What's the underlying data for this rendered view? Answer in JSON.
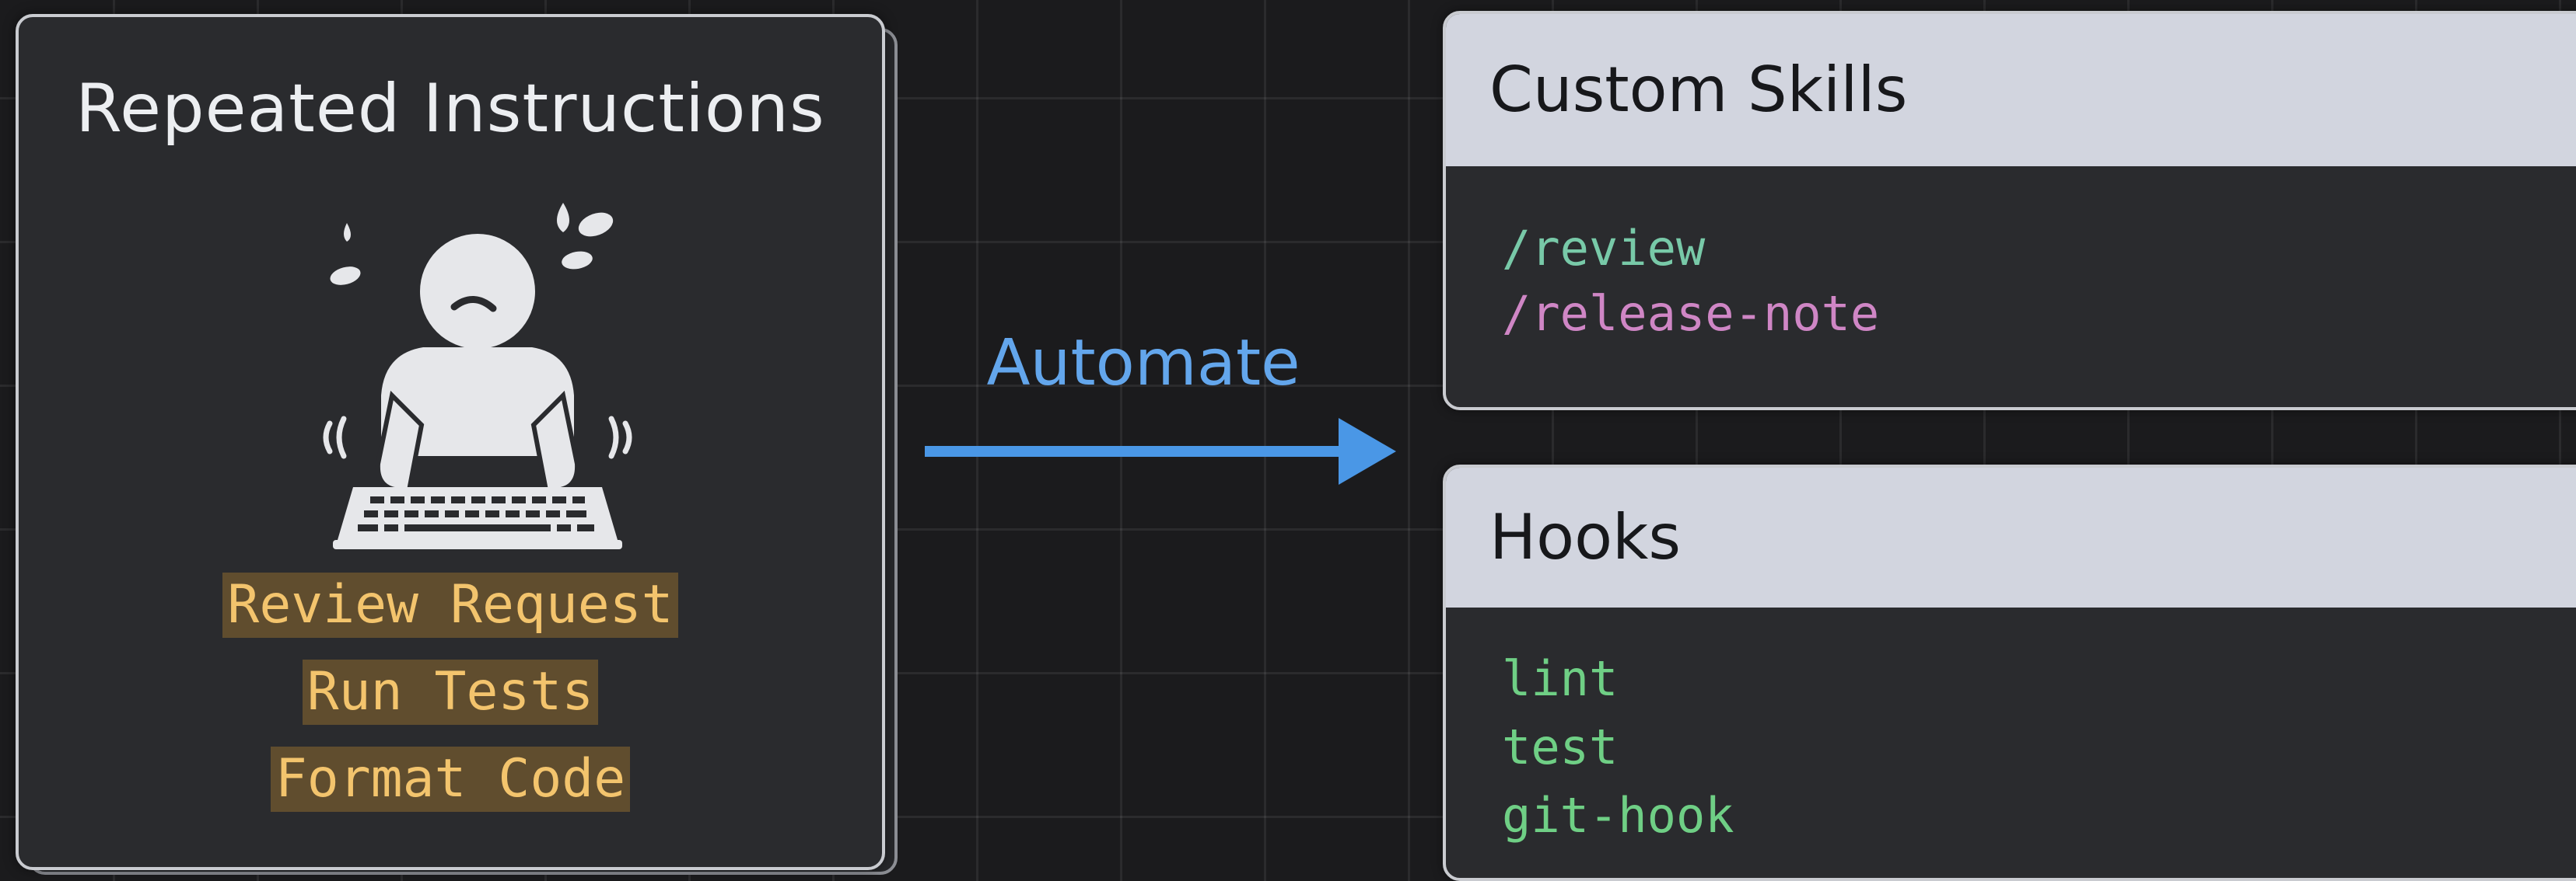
{
  "left_card": {
    "title": "Repeated Instructions",
    "tasks": [
      "Review Request",
      "Run Tests",
      "Format Code"
    ],
    "icon": "stressed-person-typing-icon",
    "task_highlight_color": "#c9912e",
    "task_text_color": "#f3c46d"
  },
  "connector": {
    "label": "Automate",
    "color": "#4a97e6"
  },
  "custom_skills": {
    "title": "Custom Skills",
    "commands": [
      {
        "text": "/review",
        "color": "#78c9a8"
      },
      {
        "text": "/release-note",
        "color": "#cf86c5"
      }
    ]
  },
  "hooks": {
    "title": "Hooks",
    "items": [
      {
        "text": "lint",
        "color": "#6fcf85"
      },
      {
        "text": "test",
        "color": "#6fcf85"
      },
      {
        "text": "git-hook",
        "color": "#6fcf85"
      }
    ]
  }
}
